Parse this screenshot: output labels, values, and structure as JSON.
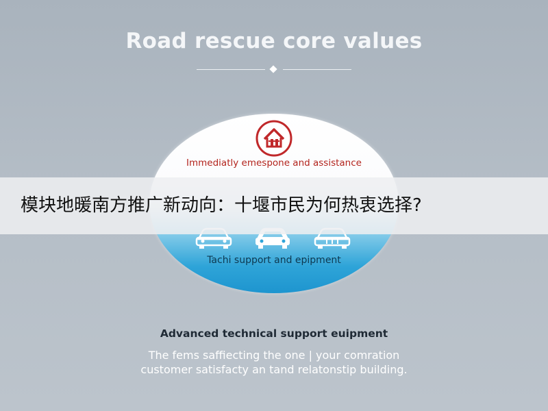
{
  "title": "Road rescue core values",
  "circle": {
    "icon": "house-emblem-icon",
    "line1": "Immediatly emespone and assistance",
    "line2": "Tachi support and epipment",
    "cars": [
      "car-icon",
      "car-icon",
      "car-icon"
    ]
  },
  "banner": {
    "text": "模块地暖南方推广新动向：十堰市民为何热衷选择?"
  },
  "footer": {
    "heading": "Advanced technical support euipment",
    "line1": "The fems saffiecting the one | your comration",
    "line2": "customer satisfacty an tand relatonstip building."
  },
  "colors": {
    "background": "#b4bdc6",
    "accent_red": "#c0282a",
    "accent_blue": "#2ea4d8"
  }
}
